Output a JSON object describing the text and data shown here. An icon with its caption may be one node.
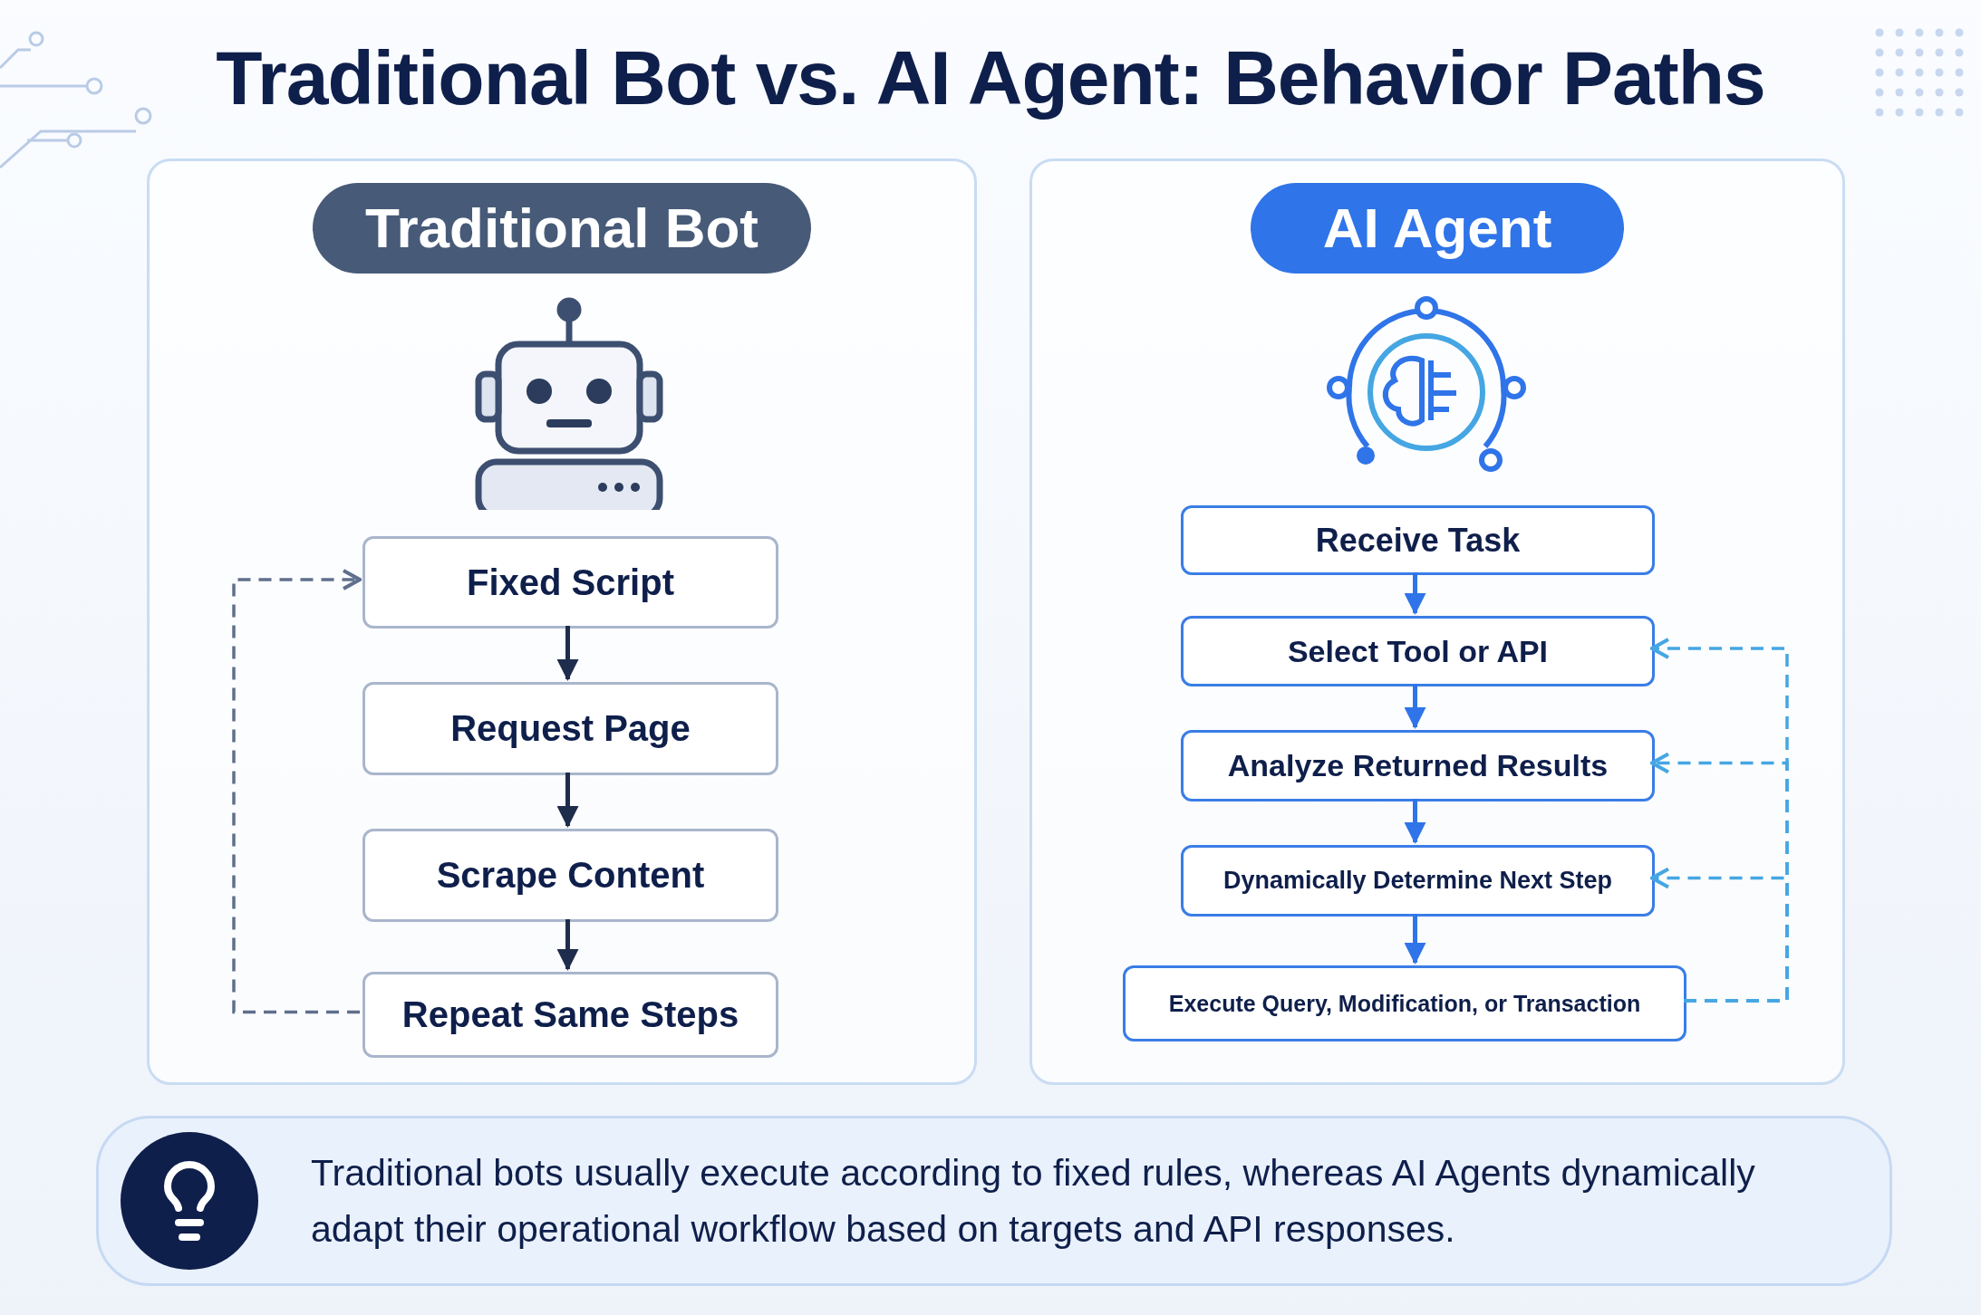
{
  "diagram": {
    "title": "Traditional Bot vs. AI Agent: Behavior Paths",
    "nodes": [
      {
        "text": [
          "Traditional Bot"
        ]
      },
      {
        "text": [
          "Fixed Script"
        ],
        "in": 0
      },
      {
        "text": [
          "Request Page"
        ],
        "in": 0
      },
      {
        "text": [
          "Scrape Content"
        ],
        "in": 0
      },
      {
        "text": [
          "Repeat Same Steps"
        ],
        "in": 0
      },
      {
        "text": [
          "AI Agent"
        ]
      },
      {
        "text": [
          "Receive Task"
        ],
        "in": 5
      },
      {
        "text": [
          "Select Tool or API"
        ],
        "in": 5
      },
      {
        "text": [
          "Analyze Returned Results"
        ],
        "in": 5
      },
      {
        "text": [
          "Dynamically Determine Next Step"
        ],
        "in": 5
      },
      {
        "text": [
          "Execute Query, Modification, or Transaction"
        ],
        "in": 5
      },
      {
        "text": [
          "Traditional bots usually execute according to fixed rules, whereas AI Agents dynamically adapt their operational workflow based on targets and API responses."
        ]
      }
    ],
    "edges": [
      {
        "from": 1,
        "to": 2,
        "arrow": "to",
        "color": "#1f2d4d"
      },
      {
        "from": 2,
        "to": 3,
        "arrow": "to",
        "color": "#1f2d4d"
      },
      {
        "from": 3,
        "to": 4,
        "arrow": "to",
        "color": "#1f2d4d"
      },
      {
        "from": 4,
        "to": 1,
        "arrow": "to",
        "style": "dashed",
        "color": "#5f6f8c"
      },
      {
        "from": 6,
        "to": 7,
        "arrow": "to",
        "color": "#2f74e8"
      },
      {
        "from": 7,
        "to": 8,
        "arrow": "to",
        "color": "#2f74e8"
      },
      {
        "from": 8,
        "to": 9,
        "arrow": "to",
        "color": "#2f74e8"
      },
      {
        "from": 9,
        "to": 10,
        "arrow": "to",
        "color": "#2f74e8"
      },
      {
        "from": 10,
        "to": 7,
        "arrow": "to",
        "style": "dashed",
        "color": "#45a6e3"
      },
      {
        "from": 10,
        "to": 8,
        "arrow": "to",
        "style": "dashed",
        "color": "#45a6e3"
      },
      {
        "from": 10,
        "to": 9,
        "arrow": "to",
        "style": "dashed",
        "color": "#45a6e3"
      }
    ]
  }
}
